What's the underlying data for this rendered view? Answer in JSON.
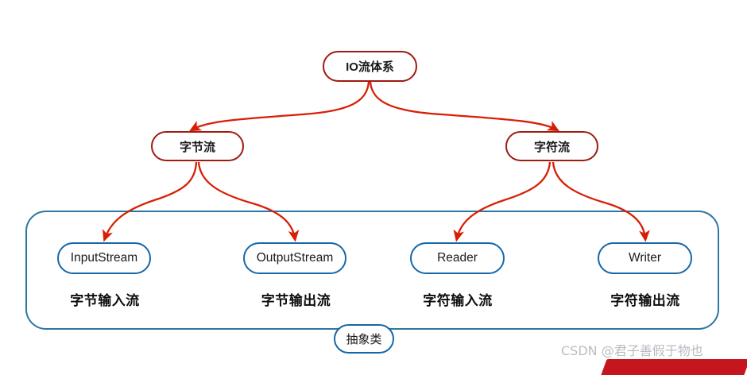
{
  "diagram": {
    "title_node": {
      "label": "IO流体系"
    },
    "level2": [
      {
        "id": "byte",
        "label": "字节流"
      },
      {
        "id": "char",
        "label": "字符流"
      }
    ],
    "level3": [
      {
        "id": "inputstream",
        "label": "InputStream",
        "caption": "字节输入流"
      },
      {
        "id": "outputstream",
        "label": "OutputStream",
        "caption": "字节输出流"
      },
      {
        "id": "reader",
        "label": "Reader",
        "caption": "字符输入流"
      },
      {
        "id": "writer",
        "label": "Writer",
        "caption": "字符输出流"
      }
    ],
    "container_label": {
      "label": "抽象类"
    },
    "colors": {
      "edge_red": "#d81f06",
      "node_red_border": "#9e1b12",
      "node_blue_border": "#1667a8",
      "container_border": "#2b76a3",
      "caption_text": "#0d0d0d",
      "background": "#ffffff",
      "watermark_text": "#b9bcc2",
      "watermark_banner": "#c4161c"
    }
  },
  "watermark": {
    "text": "CSDN @君子善假于物也"
  }
}
